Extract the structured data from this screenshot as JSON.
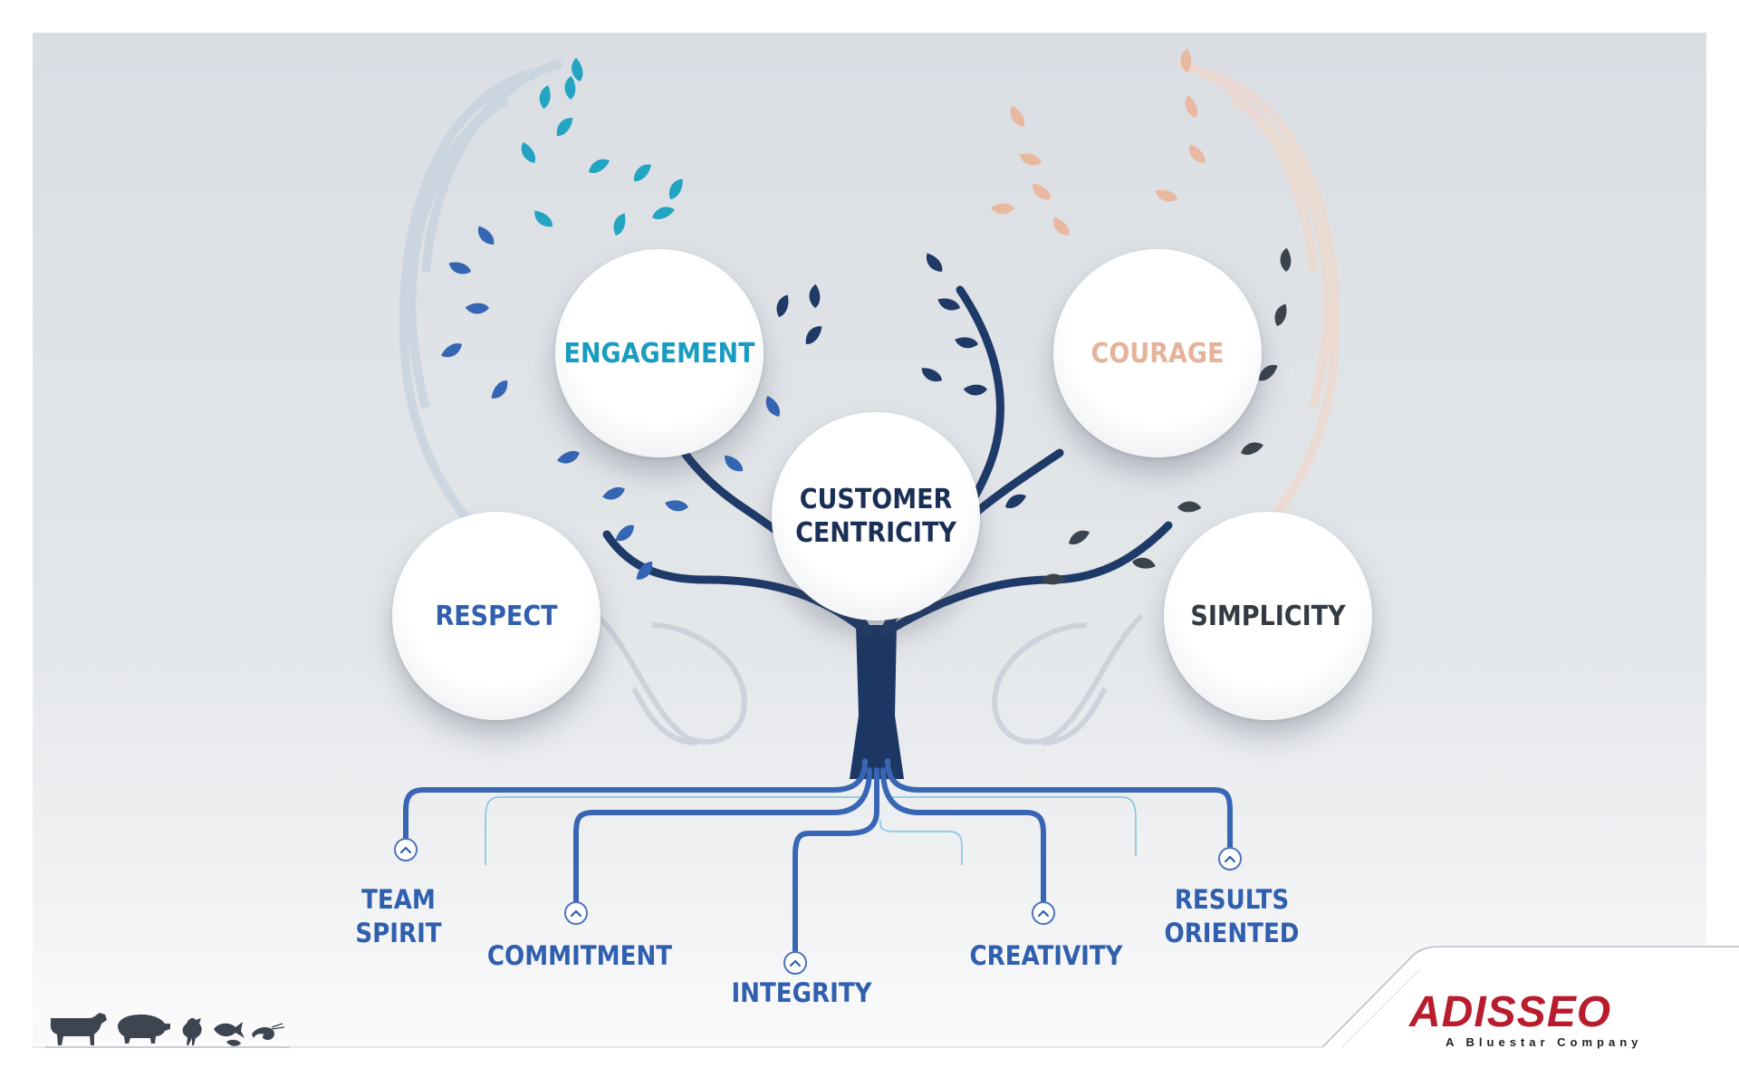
{
  "diagram": {
    "center": {
      "label": "CUSTOMER\nCENTRICITY",
      "color": "#1a2f55"
    },
    "upper_values": [
      {
        "id": "engagement",
        "label": "ENGAGEMENT",
        "color": "#1a9cc0"
      },
      {
        "id": "courage",
        "label": "COURAGE",
        "color": "#e5b39a"
      },
      {
        "id": "respect",
        "label": "RESPECT",
        "color": "#2f5fae"
      },
      {
        "id": "simplicity",
        "label": "SIMPLICITY",
        "color": "#333a42"
      }
    ],
    "root_values": [
      {
        "id": "team-spirit",
        "label": "TEAM\nSPIRIT"
      },
      {
        "id": "commitment",
        "label": "COMMITMENT"
      },
      {
        "id": "integrity",
        "label": "INTEGRITY"
      },
      {
        "id": "creativity",
        "label": "CREATIVITY"
      },
      {
        "id": "results-oriented",
        "label": "RESULTS\nORIENTED"
      }
    ]
  },
  "branding": {
    "logo_text": "ADISSEO",
    "logo_tagline": "A Bluestar Company",
    "brand_color": "#b91c2c"
  },
  "icons": [
    "cow-icon",
    "pig-icon",
    "chicken-icon",
    "fish-icon",
    "shrimp-icon",
    "arrow-up-icon"
  ]
}
